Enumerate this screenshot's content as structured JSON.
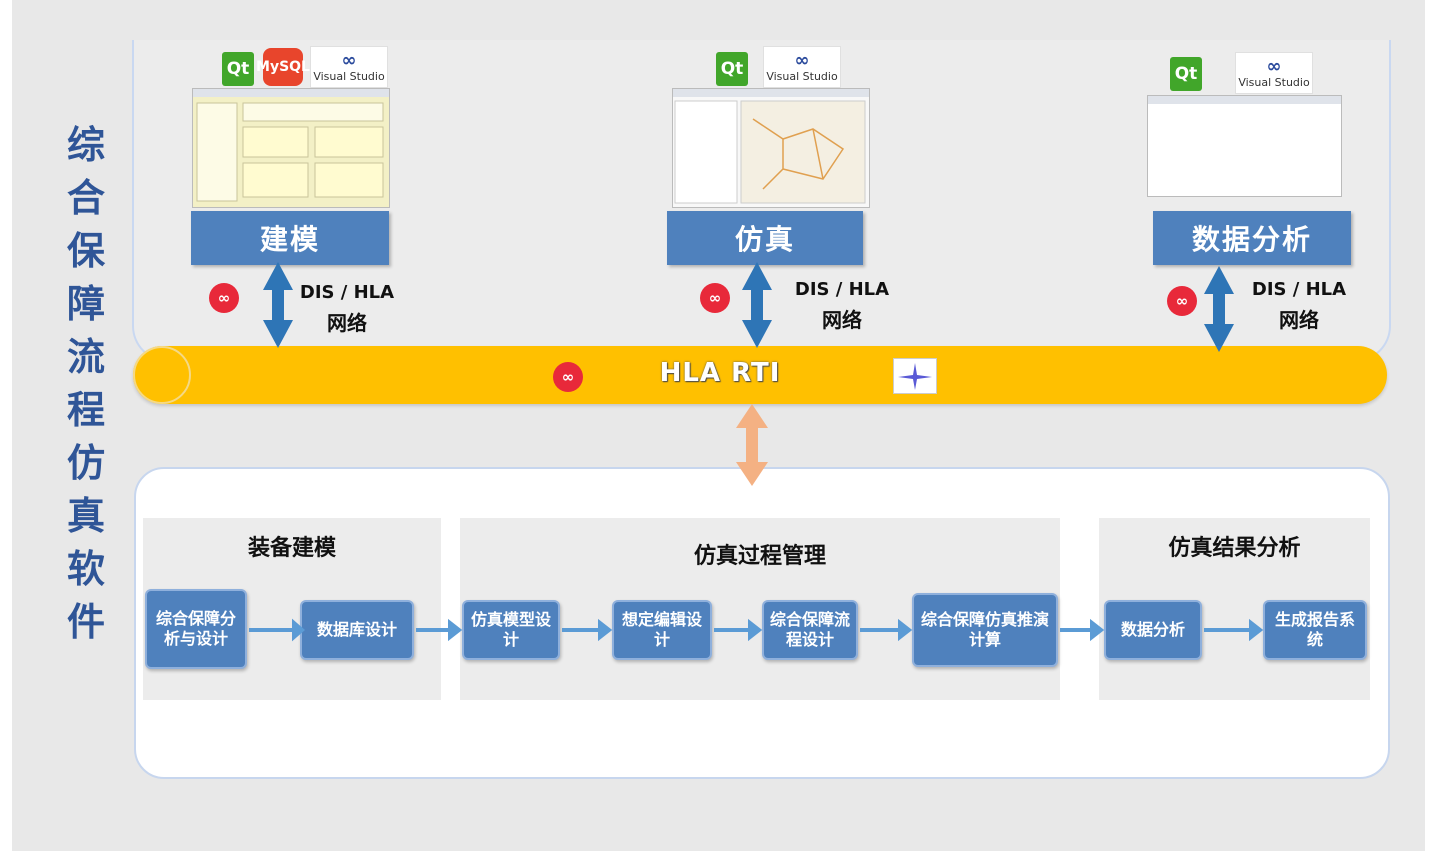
{
  "title_chars": [
    "综",
    "合",
    "保",
    "障",
    "流",
    "程",
    "仿",
    "真",
    "软",
    "件"
  ],
  "bus_label": "HLA RTI",
  "modules": [
    {
      "label": "建模",
      "network_line1": "DIS / HLA",
      "network_line2": "网络"
    },
    {
      "label": "仿真",
      "network_line1": "DIS / HLA",
      "network_line2": "网络"
    },
    {
      "label": "数据分析",
      "network_line1": "DIS / HLA",
      "network_line2": "网络"
    }
  ],
  "logos": {
    "qt": "Qt",
    "mysql": "MySQL",
    "vs_mark": "∞",
    "vs_text": "Visual Studio"
  },
  "icons": {
    "link": "link-icon",
    "hla": "hla-rti-icon"
  },
  "stages": [
    {
      "title": "装备建模",
      "steps": [
        "综合保障分析与设计",
        "数据库设计"
      ]
    },
    {
      "title": "仿真过程管理",
      "steps": [
        "仿真模型设计",
        "想定编辑设计",
        "综合保障流程设计",
        "综合保障仿真推演计算"
      ]
    },
    {
      "title": "仿真结果分析",
      "steps": [
        "数据分析",
        "生成报告系统"
      ]
    }
  ],
  "colors": {
    "bus": "#ffc000",
    "module": "#4f81bd",
    "title": "#2f5597",
    "arrow_blue": "#2e75b6",
    "arrow_orange": "#f4b183",
    "flow_arrow": "#5b9bd5"
  }
}
